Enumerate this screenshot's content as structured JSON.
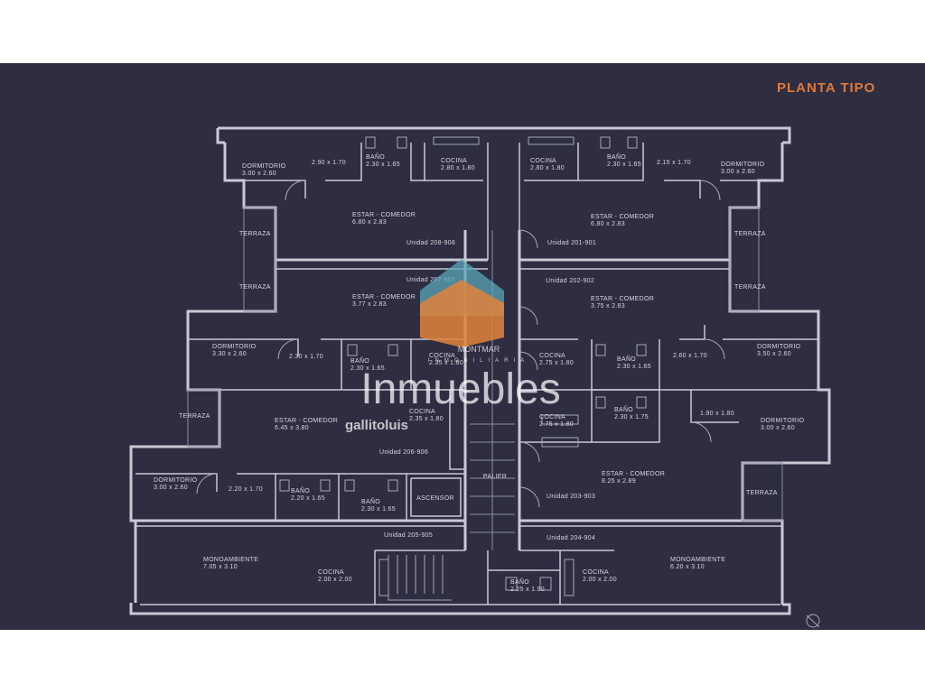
{
  "title": "PLANTA TIPO",
  "watermark": {
    "brand": "MONTMAR",
    "sub": "INMOBILIARIA",
    "site": "Inmuebles",
    "user": "gallitoluis",
    "colors": {
      "roof": "#5aa6b8",
      "house": "#e0823a"
    }
  },
  "rooms": {
    "dorm_tl": {
      "name": "DORMITORIO",
      "dim": "3.00 x 2.60"
    },
    "pass_tl": {
      "dim": "2.90 x 1.70"
    },
    "bano_tl": {
      "name": "BAÑO",
      "dim": "2.30 x 1.65"
    },
    "cocina_tl": {
      "name": "COCINA",
      "dim": "2.80 x 1.80"
    },
    "cocina_tr": {
      "name": "COCINA",
      "dim": "2.80 x 1.80"
    },
    "bano_tr": {
      "name": "BAÑO",
      "dim": "2.30 x 1.65"
    },
    "pass_tr": {
      "dim": "2.15 x 1.70"
    },
    "dorm_tr": {
      "name": "DORMITORIO",
      "dim": "3.00 x 2.60"
    },
    "estar_tl": {
      "name": "ESTAR - COMEDOR",
      "dim": "6.80 x 2.83"
    },
    "estar_tr": {
      "name": "ESTAR - COMEDOR",
      "dim": "6.80 x 2.83"
    },
    "unidad_908": "Unidad 208-908",
    "unidad_901": "Unidad 201-901",
    "terraza_1l": "TERRAZA",
    "terraza_1r": "TERRAZA",
    "unidad_907": "Unidad 207-907",
    "unidad_902": "Unidad 202-902",
    "terraza_2l": "TERRAZA",
    "terraza_2r": "TERRAZA",
    "estar_ml": {
      "name": "ESTAR - COMEDOR",
      "dim": "3.77 x 2.83"
    },
    "estar_mr": {
      "name": "ESTAR - COMEDOR",
      "dim": "3.75 x 2.83"
    },
    "dorm_ml": {
      "name": "DORMITORIO",
      "dim": "3.30 x 2.60"
    },
    "pass_ml": {
      "dim": "2.30 x 1.70"
    },
    "bano_ml": {
      "name": "BAÑO",
      "dim": "2.30 x 1.65"
    },
    "cocina_ml": {
      "name": "COCINA",
      "dim": "2.35 x 1.80"
    },
    "cocina_mr": {
      "name": "COCINA",
      "dim": "2.75 x 1.80"
    },
    "bano_mr": {
      "name": "BAÑO",
      "dim": "2.30 x 1.65"
    },
    "pass_mr": {
      "dim": "2.60 x 1.70"
    },
    "dorm_mr": {
      "name": "DORMITORIO",
      "dim": "3.50 x 2.60"
    },
    "terraza_3l": "TERRAZA",
    "estar_l3": {
      "name": "ESTAR - COMEDOR",
      "dim": "6.45 x 3.80"
    },
    "cocina_l3": {
      "name": "COCINA",
      "dim": "2.35 x 1.80"
    },
    "unidad_906": "Unidad 206-906",
    "cocina_r3": {
      "name": "COCINA",
      "dim": "2.75 x 1.80"
    },
    "bano_r3": {
      "name": "BAÑO",
      "dim": "2.30 x 1.75"
    },
    "pass_r3": {
      "dim": "1.90 x 1.80"
    },
    "dorm_r3": {
      "name": "DORMITORIO",
      "dim": "3.00 x 2.60"
    },
    "dorm_l4": {
      "name": "DORMITORIO",
      "dim": "3.00 x 2.60"
    },
    "pass_l4": {
      "dim": "2.20 x 1.70"
    },
    "bano_l4a": {
      "name": "BAÑO",
      "dim": "2.20 x 1.65"
    },
    "bano_l4b": {
      "name": "BAÑO",
      "dim": "2.30 x 1.65"
    },
    "ascensor": "ASCENSOR",
    "palier": "PALIER",
    "estar_r4": {
      "name": "ESTAR - COMEDOR",
      "dim": "8.25 x 2.89"
    },
    "unidad_903": "Unidad 203-903",
    "terraza_4r": "TERRAZA",
    "unidad_905": "Unidad 205-905",
    "unidad_904": "Unidad 204-904",
    "mono_l": {
      "name": "MONOAMBIENTE",
      "dim": "7.05 x 3.10"
    },
    "cocina_bl": {
      "name": "COCINA",
      "dim": "2.00 x 2.00"
    },
    "bano_bc": {
      "name": "BAÑO",
      "dim": "2.25 x 1.90"
    },
    "cocina_br": {
      "name": "COCINA",
      "dim": "2.00 x 2.00"
    },
    "mono_r": {
      "name": "MONOAMBIENTE",
      "dim": "6.20 x 3.10"
    }
  }
}
